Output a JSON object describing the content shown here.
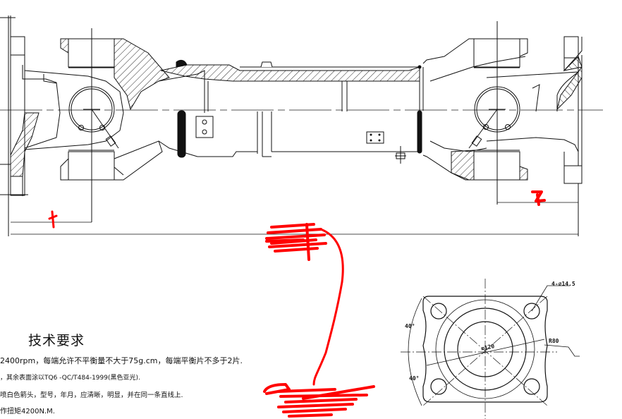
{
  "drawing": {
    "type": "cardan-shaft-assembly",
    "line_color": "#111111",
    "annotation_color": "#ff0000",
    "background": "#ffffff"
  },
  "technical_requirements": {
    "title": "技术要求",
    "lines": [
      "2400rpm，每端允许不平衡量不大于75g.cm，每端平衡片不多于2片.",
      "，其余表面涂以TQ6 -QC/T484-1999(黑色亚光).",
      "喷白色箭头，型号，年月，应清晰，明显，并在同一条直线上.",
      "作扭矩4200N.M."
    ]
  },
  "flange_view": {
    "holes_label": "4-⌀14.5",
    "radius_label": "R80",
    "diameter_label": "⌀120",
    "angle_top": "40°",
    "angle_bottom": "40°"
  },
  "dimensions": {
    "left_yoke_label_redacted": true,
    "right_yoke_label_redacted": true,
    "overall_length_label_redacted": true
  }
}
